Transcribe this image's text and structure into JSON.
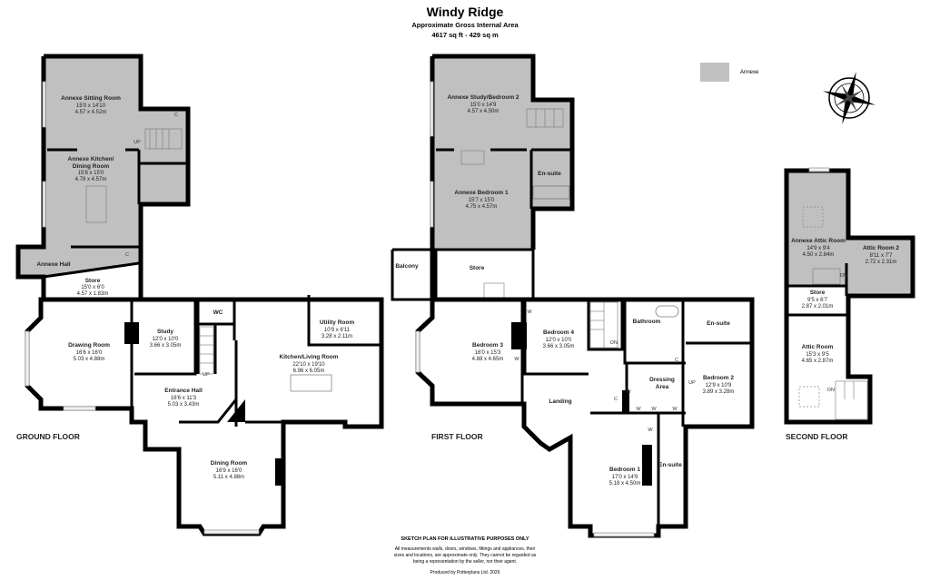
{
  "header": {
    "title": "Windy Ridge",
    "subtitle": "Approximate Gross Internal Area",
    "area": "4617 sq ft - 429 sq m"
  },
  "legend": {
    "label": "Annexe",
    "color": "#c0c0c0"
  },
  "compass": {
    "icon": "compass-rose-icon"
  },
  "floors": {
    "ground": {
      "label": "GROUND FLOOR",
      "rooms": [
        {
          "name": "Annexe Sitting Room",
          "imperial": "15'0 x 14'10",
          "metric": "4.57 x 4.52m"
        },
        {
          "name": "Annexe Kitchen/",
          "name2": "Dining Room",
          "imperial": "15'8 x 15'0",
          "metric": "4.78 x 4.57m"
        },
        {
          "name": "Annexe Hall"
        },
        {
          "name": "Store",
          "imperial": "15'0 x 6'0",
          "metric": "4.57 x 1.83m"
        },
        {
          "name": "Drawing Room",
          "imperial": "16'6 x 16'0",
          "metric": "5.03 x 4.88m"
        },
        {
          "name": "Study",
          "imperial": "12'0 x 10'0",
          "metric": "3.66 x 3.05m"
        },
        {
          "name": "WC"
        },
        {
          "name": "Utility Room",
          "imperial": "10'9 x 6'11",
          "metric": "3.28 x 2.11m"
        },
        {
          "name": "Kitchen/Living Room",
          "imperial": "22'10 x 19'10",
          "metric": "6.96 x 6.05m"
        },
        {
          "name": "Entrance Hall",
          "imperial": "16'6 x 11'3",
          "metric": "5.03 x 3.43m"
        },
        {
          "name": "Dining Room",
          "imperial": "16'9 x 16'0",
          "metric": "5.11 x 4.88m"
        }
      ],
      "marks": {
        "c": "C",
        "up": "UP"
      }
    },
    "first": {
      "label": "FIRST FLOOR",
      "rooms": [
        {
          "name": "Annexe Study/Bedroom 2",
          "imperial": "15'0 x 14'9",
          "metric": "4.57 x 4.50m"
        },
        {
          "name": "Annexe Bedroom 1",
          "imperial": "15'7 x 15'0",
          "metric": "4.75 x 4.57m"
        },
        {
          "name": "En-suite"
        },
        {
          "name": "Balcony"
        },
        {
          "name": "Store"
        },
        {
          "name": "Bedroom 3",
          "imperial": "16'0 x 15'3",
          "metric": "4.88 x 4.65m"
        },
        {
          "name": "Bedroom 4",
          "imperial": "12'0 x 10'0",
          "metric": "3.66 x 3.05m"
        },
        {
          "name": "Bathroom"
        },
        {
          "name": "En-suite"
        },
        {
          "name": "Dressing",
          "name2": "Area"
        },
        {
          "name": "Bedroom 2",
          "imperial": "12'9 x 10'9",
          "metric": "3.89 x 3.28m"
        },
        {
          "name": "Landing"
        },
        {
          "name": "Bedroom 1",
          "imperial": "17'0 x 14'9",
          "metric": "5.18 x 4.50m"
        },
        {
          "name": "En-suite"
        }
      ],
      "marks": {
        "w": "W",
        "c": "C",
        "up": "UP",
        "dn": "DN"
      }
    },
    "second": {
      "label": "SECOND FLOOR",
      "rooms": [
        {
          "name": "Annexe Attic Room",
          "imperial": "14'9 x 9'4",
          "metric": "4.50 x 2.84m"
        },
        {
          "name": "Attic Room 2",
          "imperial": "8'11 x 7'7",
          "metric": "2.72 x 2.31m"
        },
        {
          "name": "Store",
          "imperial": "9'5 x 6'7",
          "metric": "2.87 x 2.01m"
        },
        {
          "name": "Attic Room",
          "imperial": "15'3 x 9'5",
          "metric": "4.65 x 2.87m"
        }
      ],
      "marks": {
        "dn": "DN"
      }
    }
  },
  "footer": {
    "heading": "SKETCH PLAN FOR ILLUSTRATIVE PURPOSES ONLY",
    "line1": "All measurements walls, doors, windows, fittings and appliances, their",
    "line2": "sizes and locations, are approximate only. They cannot be regarded as",
    "line3": "being a representation by the seller, nor their agent.",
    "credit": "Produced by Potterplans Ltd. 2026"
  }
}
